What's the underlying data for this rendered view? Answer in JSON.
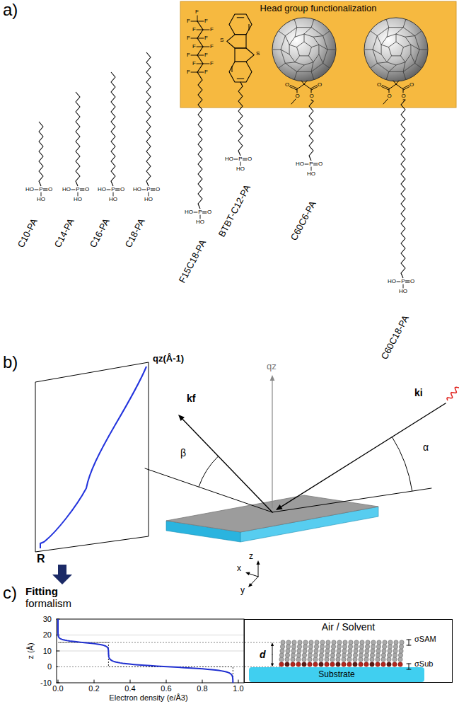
{
  "diagram": {
    "nodes": [
      {
        "text": [
          "Head group functionalization"
        ]
      },
      {
        "text": [
          "Air / Solvent"
        ]
      },
      {
        "text": [
          "Substrate"
        ],
        "in": 1
      }
    ],
    "labels": [
      "a)",
      "C10-PA",
      "HO",
      "P",
      "O",
      "HO",
      "C14-PA",
      "HO",
      "P",
      "O",
      "HO",
      "C16-PA",
      "HO",
      "P",
      "O",
      "HO",
      "C18-PA",
      "HO",
      "P",
      "O",
      "HO",
      "F15C18-PA",
      "F",
      "F",
      "F",
      "F",
      "F",
      "F",
      "F",
      "F",
      "F",
      "F",
      "F",
      "F",
      "F",
      "F",
      "F",
      "HO",
      "P",
      "O",
      "HO",
      "BTBT-C12-PA",
      "S",
      "S",
      "HO",
      "P",
      "O",
      "HO",
      "C60C6-PA",
      "O",
      "O",
      "O",
      "O",
      "HO",
      "P",
      "O",
      "HO",
      "C60C18-PA",
      "O",
      "O",
      "O",
      "O",
      "HO",
      "P",
      "O",
      "HO",
      "b)",
      "qz(Å-1)",
      "R",
      "qz",
      "kf",
      "ki",
      "β",
      "α",
      "z",
      "x",
      "y",
      "c)",
      "Fitting",
      "formalism",
      "30",
      "20",
      "10",
      "0",
      "-10",
      "z (Å)",
      "0.0",
      "0.2",
      "0.4",
      "0.6",
      "0.8",
      "1.0",
      "Electron density (e/Å3)",
      "d",
      "σSAM",
      "σSub"
    ]
  }
}
